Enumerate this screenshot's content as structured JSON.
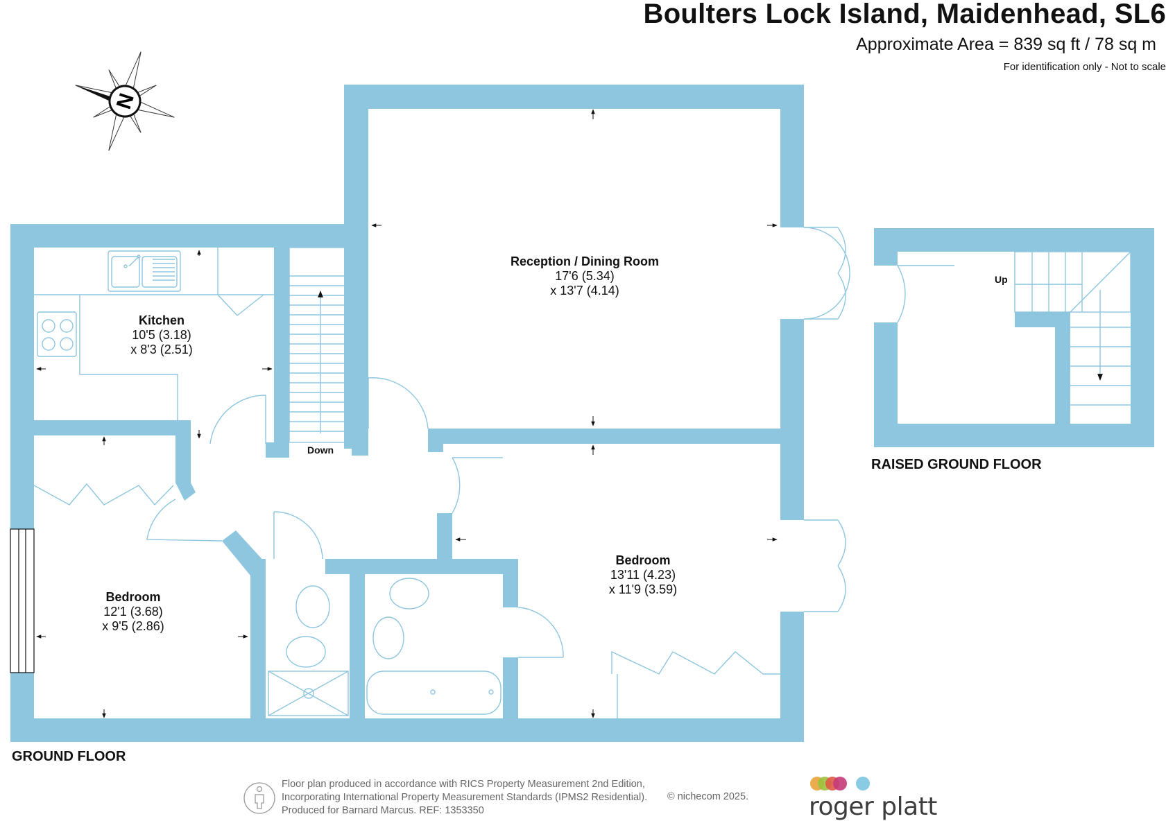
{
  "header": {
    "title": "Boulters Lock Island, Maidenhead, SL6",
    "area": "Approximate Area = 839 sq ft / 78 sq m",
    "disclaimer": "For identification only - Not to scale"
  },
  "compass": {
    "letter": "N",
    "icon": "compass-rose-icon"
  },
  "colors": {
    "wall": "#8ec6df",
    "fixture_line": "#8ec6df",
    "text": "#111111",
    "footer_text": "#666666"
  },
  "rooms": [
    {
      "id": "reception",
      "name": "Reception / Dining Room",
      "dim1": "17'6 (5.34)",
      "dim2": "x 13'7 (4.14)"
    },
    {
      "id": "kitchen",
      "name": "Kitchen",
      "dim1": "10'5 (3.18)",
      "dim2": "x 8'3 (2.51)"
    },
    {
      "id": "bedroom1",
      "name": "Bedroom",
      "dim1": "12'1 (3.68)",
      "dim2": "x 9'5 (2.86)"
    },
    {
      "id": "bedroom2",
      "name": "Bedroom",
      "dim1": "13'11 (4.23)",
      "dim2": "x 11'9 (3.59)"
    }
  ],
  "stairs": {
    "down": "Down",
    "up": "Up"
  },
  "floors": {
    "ground": "GROUND FLOOR",
    "raised": "RAISED GROUND FLOOR"
  },
  "footer": {
    "line1": "Floor plan produced in accordance with RICS Property Measurement 2nd Edition,",
    "line2": "Incorporating International Property Measurement Standards (IPMS2 Residential).",
    "line3": "Produced for Barnard Marcus.   REF:  1353350",
    "copyright": "© nichecom 2025.",
    "icon": "person-info-icon"
  },
  "logo": {
    "text": "roger platt",
    "dot_colors": [
      "#e8a33a",
      "#9cc23e",
      "#e05a46",
      "#c43a7a",
      "#7cc5e0"
    ]
  }
}
